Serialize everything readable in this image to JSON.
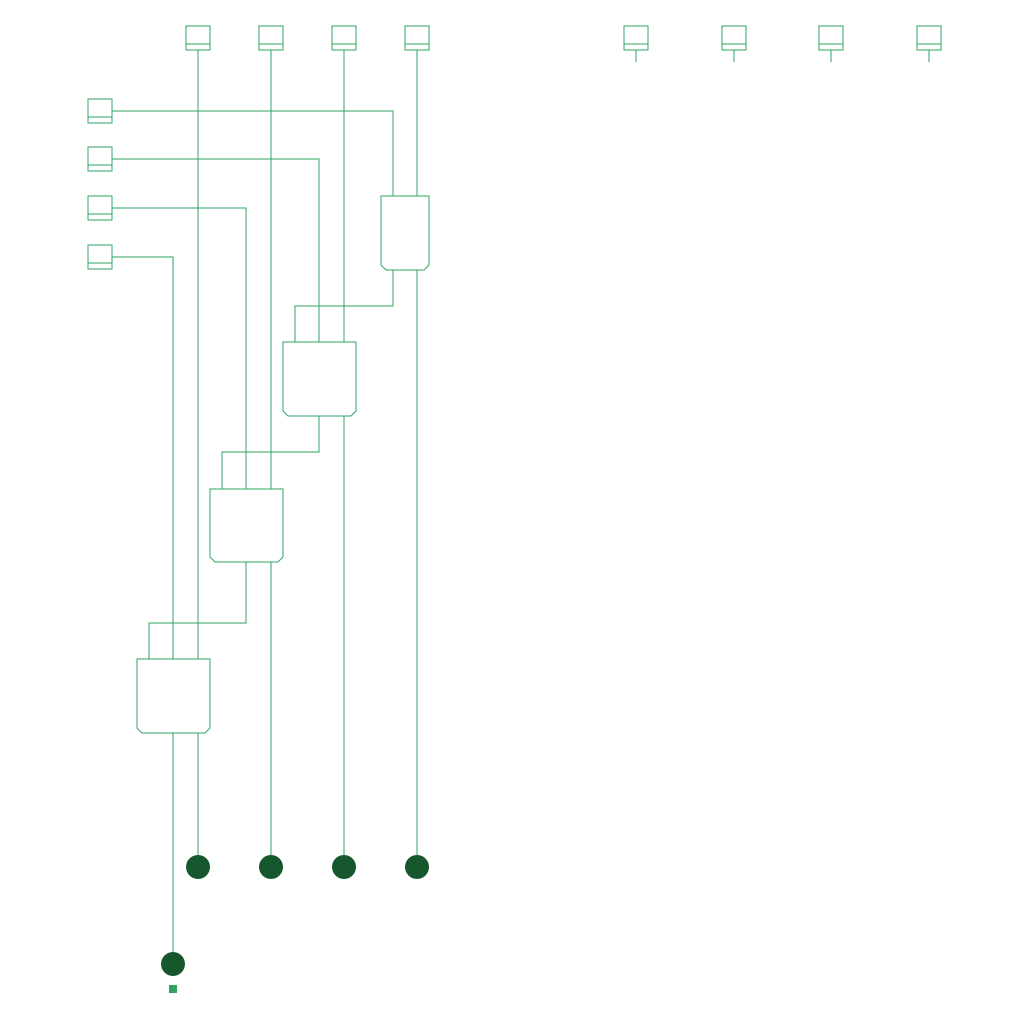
{
  "colors": {
    "stroke": "#2ea660",
    "node_fill": "#17572d",
    "marker": "#2ea660",
    "background": "#ffffff"
  },
  "diagram": {
    "type": "circuit",
    "top_inputs_connected": 4,
    "top_inputs_unconnected": 4,
    "left_inputs": 4,
    "gates": 4,
    "output_nodes": 5
  }
}
